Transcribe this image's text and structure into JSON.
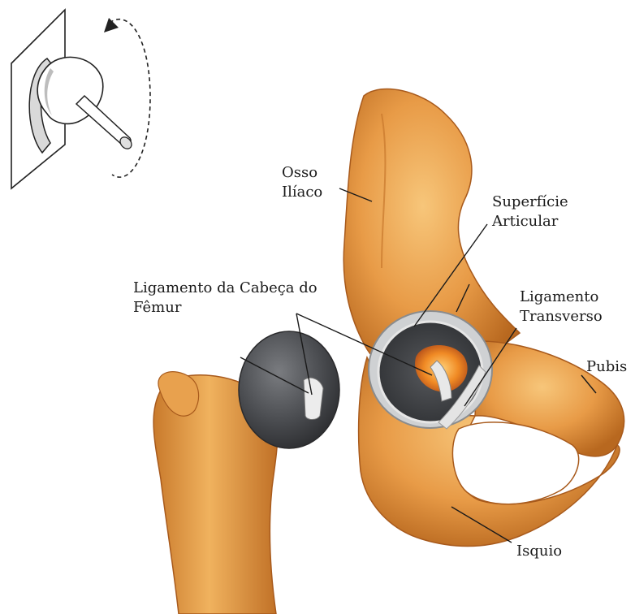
{
  "labels": {
    "osso_iliaco": [
      "Osso",
      "Ilíaco"
    ],
    "superficie_articular": [
      "Superfície",
      "Articular"
    ],
    "ligamento_cabeca_femur": [
      "Ligamento da Cabeça do",
      "Fêmur"
    ],
    "ligamento_transverso": [
      "Ligamento",
      "Transverso"
    ],
    "pubis": "Pubis",
    "isquio": "Isquio"
  },
  "colors": {
    "bone_light": "#f0b25e",
    "bone_mid": "#d9893a",
    "bone_dark": "#a85a1c",
    "femoral_head": "#55575b",
    "acetabulum": "#3f4144",
    "cartilage_rim": "#d8dadc",
    "fat_pad": "#e88a2a",
    "leader_line": "#1a1a1a"
  },
  "icons": {
    "inset": "ball-and-socket-joint-icon",
    "rotation": "rotation-arrow-icon"
  }
}
